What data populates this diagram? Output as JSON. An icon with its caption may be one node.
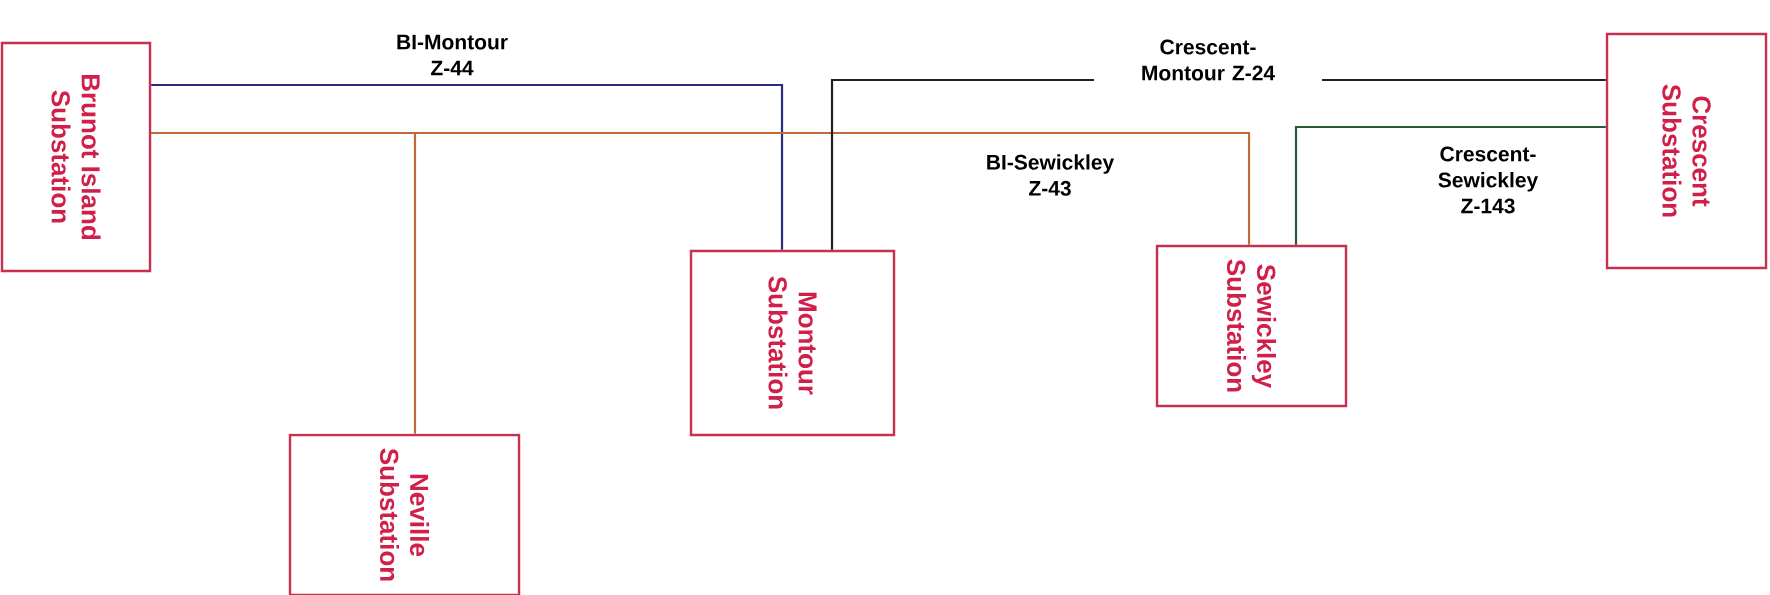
{
  "diagram": {
    "nodes": [
      {
        "text": [
          "Brunot Island Substation"
        ]
      },
      {
        "text": [
          "Neville Substation"
        ]
      },
      {
        "text": [
          "Montour Substation"
        ]
      },
      {
        "text": [
          "Sewickley Substation"
        ]
      },
      {
        "text": [
          "Crescent Substation"
        ]
      }
    ],
    "edges": [
      {
        "from": 0,
        "to": 2,
        "arrow": "none",
        "label": "BI-Montour Z-44",
        "color": "#2a2a80"
      },
      {
        "from": 0,
        "to": 3,
        "arrow": "none",
        "label": "BI-Sewickley Z-43"
      },
      {
        "from": 0,
        "to": 1,
        "arrow": "none"
      },
      {
        "from": 2,
        "to": 4,
        "arrow": "none",
        "label": "Crescent-Montour Z-24",
        "color": "#202020"
      },
      {
        "from": 3,
        "to": 4,
        "arrow": "none",
        "label": "Crescent-Sewickley Z-143",
        "color": "#2a5a3a"
      }
    ]
  }
}
